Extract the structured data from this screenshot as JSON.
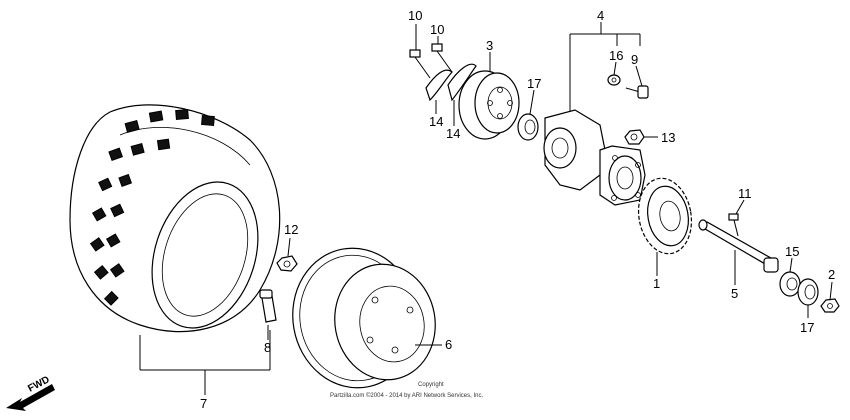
{
  "callouts": {
    "c1": "1",
    "c2": "2",
    "c3": "3",
    "c4": "4",
    "c5": "5",
    "c6": "6",
    "c7": "7",
    "c8": "8",
    "c9": "9",
    "c10a": "10",
    "c10b": "10",
    "c11": "11",
    "c12": "12",
    "c13": "13",
    "c14a": "14",
    "c14b": "14",
    "c15": "15",
    "c16": "16",
    "c17a": "17",
    "c17b": "17"
  },
  "fwd_label": "FWD",
  "copyright": {
    "line1": "Copyright",
    "line2": "Partzilla.com ©2004 - 2014 by ARI Network Services, Inc."
  },
  "icons": {
    "fwd_arrow": "fwd-arrow-icon"
  }
}
